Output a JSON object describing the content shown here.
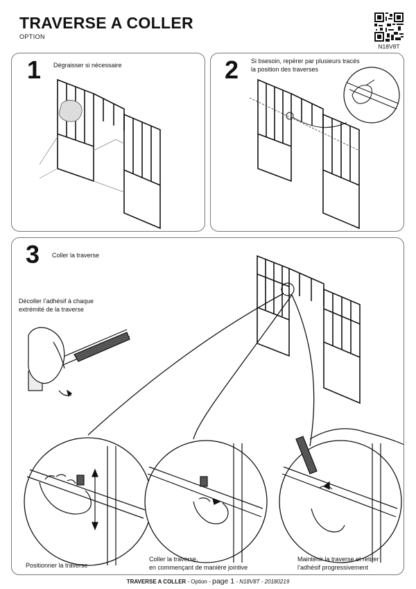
{
  "header": {
    "title": "TRAVERSE A COLLER",
    "subtitle": "OPTION",
    "code": "N18V8T"
  },
  "steps": [
    {
      "number": "1",
      "text": "Dégraisser si nécessaire"
    },
    {
      "number": "2",
      "text_lines": [
        "Si bsesoin, repérer par plusieurs tracés",
        "la position des traverses"
      ]
    },
    {
      "number": "3",
      "text": "Coller la traverse"
    }
  ],
  "step3_detail": {
    "peel_lines": [
      "Décoller l’adhésif à chaque",
      "extrémité de la traverse"
    ]
  },
  "captions": {
    "position": "Positionner la traverse",
    "glue_lines": [
      "Coller la traverse,",
      "en commençant de manière jointive"
    ],
    "hold_lines": [
      "Maintenir la traverse et retirer",
      "l’adhésif progressivement"
    ]
  },
  "footer": {
    "title": "TRAVERSE A COLLER",
    "option": " - Option - ",
    "page": "page 1",
    "ref": " - N18V8T - 20180219"
  }
}
